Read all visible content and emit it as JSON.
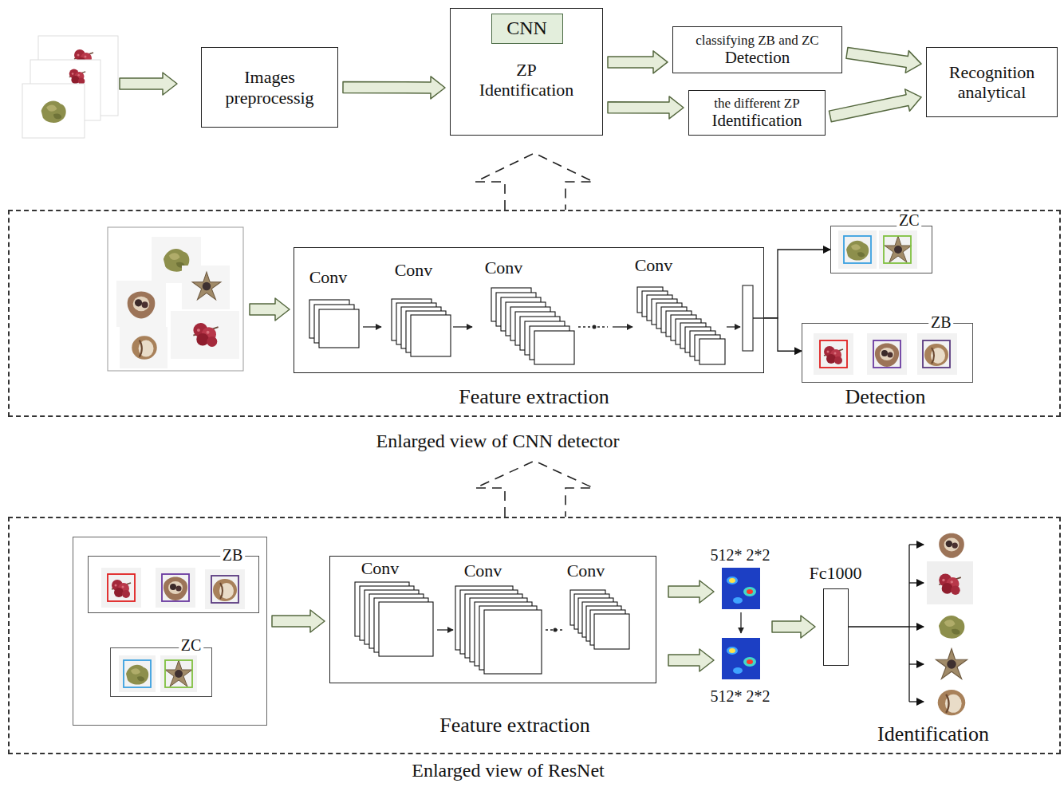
{
  "diagram": {
    "nodes": [
      {
        "text": [
          "Images preprocessig"
        ]
      },
      {
        "text": [
          "ZP Identification"
        ]
      },
      {
        "text": [
          "CNN"
        ],
        "in": 1
      },
      {
        "text": [
          "classifying ZB and ZC",
          "Detection"
        ]
      },
      {
        "text": [
          "the different ZP",
          "Identification"
        ]
      },
      {
        "text": [
          "Recognition analytical"
        ]
      },
      {
        "text": [
          "Enlarged view of CNN detector"
        ]
      },
      {
        "text": [
          "Conv",
          "Conv",
          "Conv",
          "Conv",
          "Feature extraction"
        ],
        "in": 6
      },
      {
        "text": [
          "ZC"
        ],
        "in": 6
      },
      {
        "text": [
          "ZB"
        ],
        "in": 6
      },
      {
        "text": [
          "Enlarged view of ResNet"
        ]
      },
      {
        "text": [],
        "in": 10
      },
      {
        "text": [
          "ZB"
        ],
        "in": 11
      },
      {
        "text": [
          "ZC"
        ],
        "in": 11
      },
      {
        "text": [
          "Conv",
          "Conv",
          "Conv",
          "Feature extraction"
        ],
        "in": 10
      },
      {
        "text": [
          "Fc1000"
        ],
        "in": 10
      }
    ],
    "edges": [
      {
        "from": 0,
        "to": 1,
        "arrow": "to"
      },
      {
        "from": 1,
        "to": 3,
        "arrow": "to"
      },
      {
        "from": 1,
        "to": 4,
        "arrow": "to"
      },
      {
        "from": 3,
        "to": 5,
        "arrow": "to"
      },
      {
        "from": 4,
        "to": 5,
        "arrow": "to"
      },
      {
        "from": 7,
        "to": 8,
        "arrow": "to"
      },
      {
        "from": 7,
        "to": 9,
        "arrow": "to"
      },
      {
        "from": 11,
        "to": 14,
        "arrow": "to"
      }
    ],
    "labels": [
      "Detection",
      "512* 2*2",
      "512* 2*2",
      "Identification"
    ]
  }
}
